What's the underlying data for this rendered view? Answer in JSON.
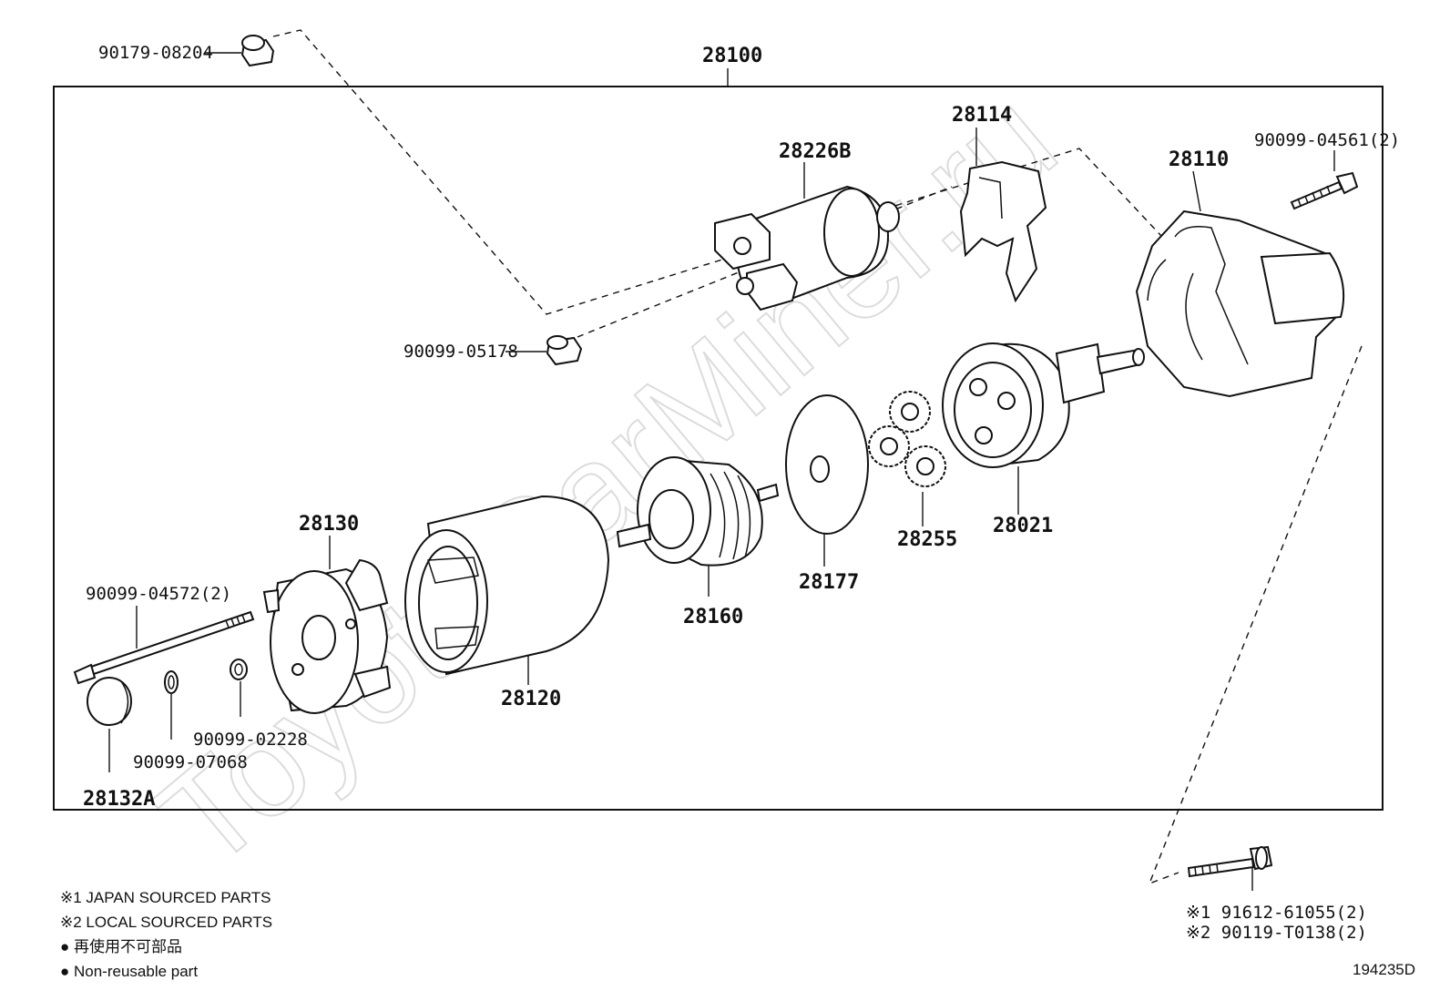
{
  "diagram": {
    "assembly_number": "28100",
    "watermark": "ToyotaCarMiner.ru",
    "figure_code": "194235D",
    "parts": {
      "p90179_08204": "90179-08204",
      "p28226B": "28226B",
      "p28114": "28114",
      "p28110": "28110",
      "p90099_04561": "90099-04561(2)",
      "p90099_05178": "90099-05178",
      "p28130": "28130",
      "p90099_04572": "90099-04572(2)",
      "p28120": "28120",
      "p28160": "28160",
      "p28177": "28177",
      "p28255": "28255",
      "p28021": "28021",
      "p90099_02228": "90099-02228",
      "p90099_07068": "90099-07068",
      "p28132A": "28132A",
      "p91612": "※1 91612-61055(2)",
      "p90119": "※2 90119-T0138(2)"
    },
    "legend": {
      "japan": "※1 JAPAN SOURCED PARTS",
      "local": "※2 LOCAL SOURCED PARTS",
      "jp_nonreusable": "● 再使用不可部品",
      "en_nonreusable": "● Non-reusable part"
    }
  }
}
